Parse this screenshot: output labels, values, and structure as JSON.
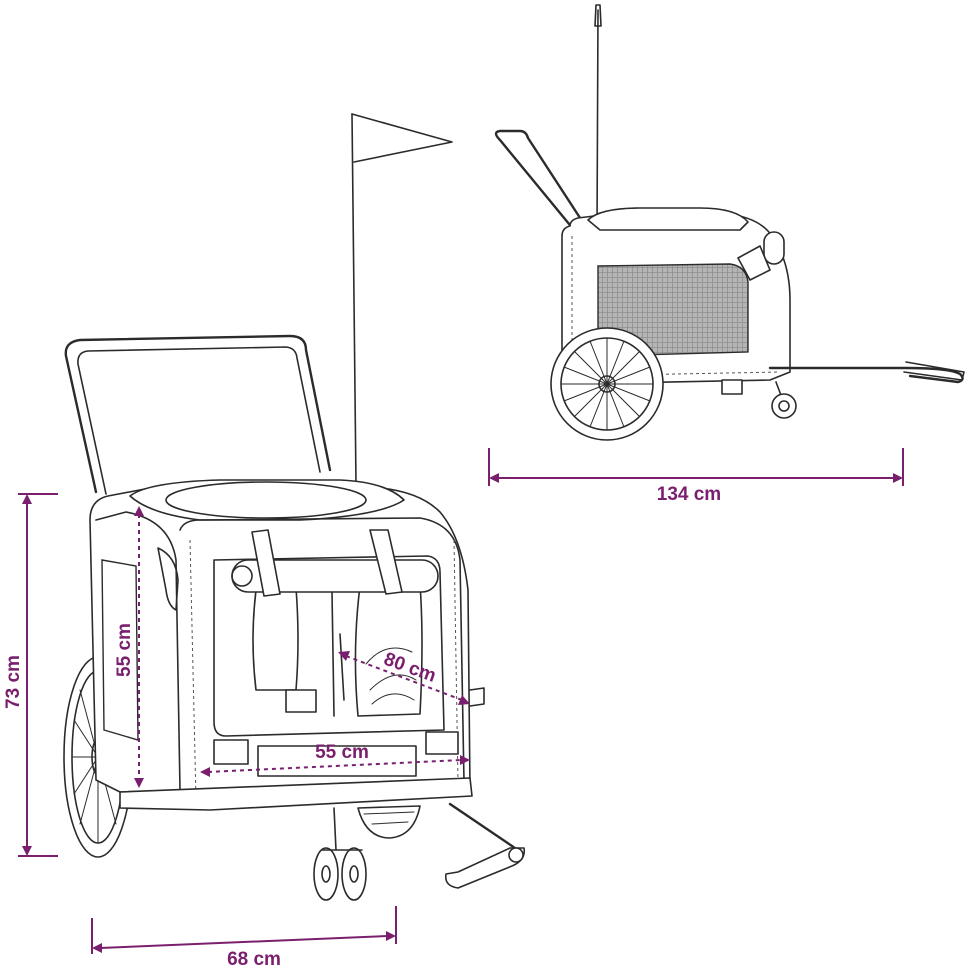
{
  "labels": {
    "length_total": "134 cm",
    "height_total": "73 cm",
    "width_total": "68 cm",
    "inner_height": "55 cm",
    "inner_depth": "80 cm",
    "inner_width": "55 cm"
  },
  "colors": {
    "dimension": "#7a1f6e",
    "line": "#2b2b2b",
    "background": "#ffffff"
  }
}
